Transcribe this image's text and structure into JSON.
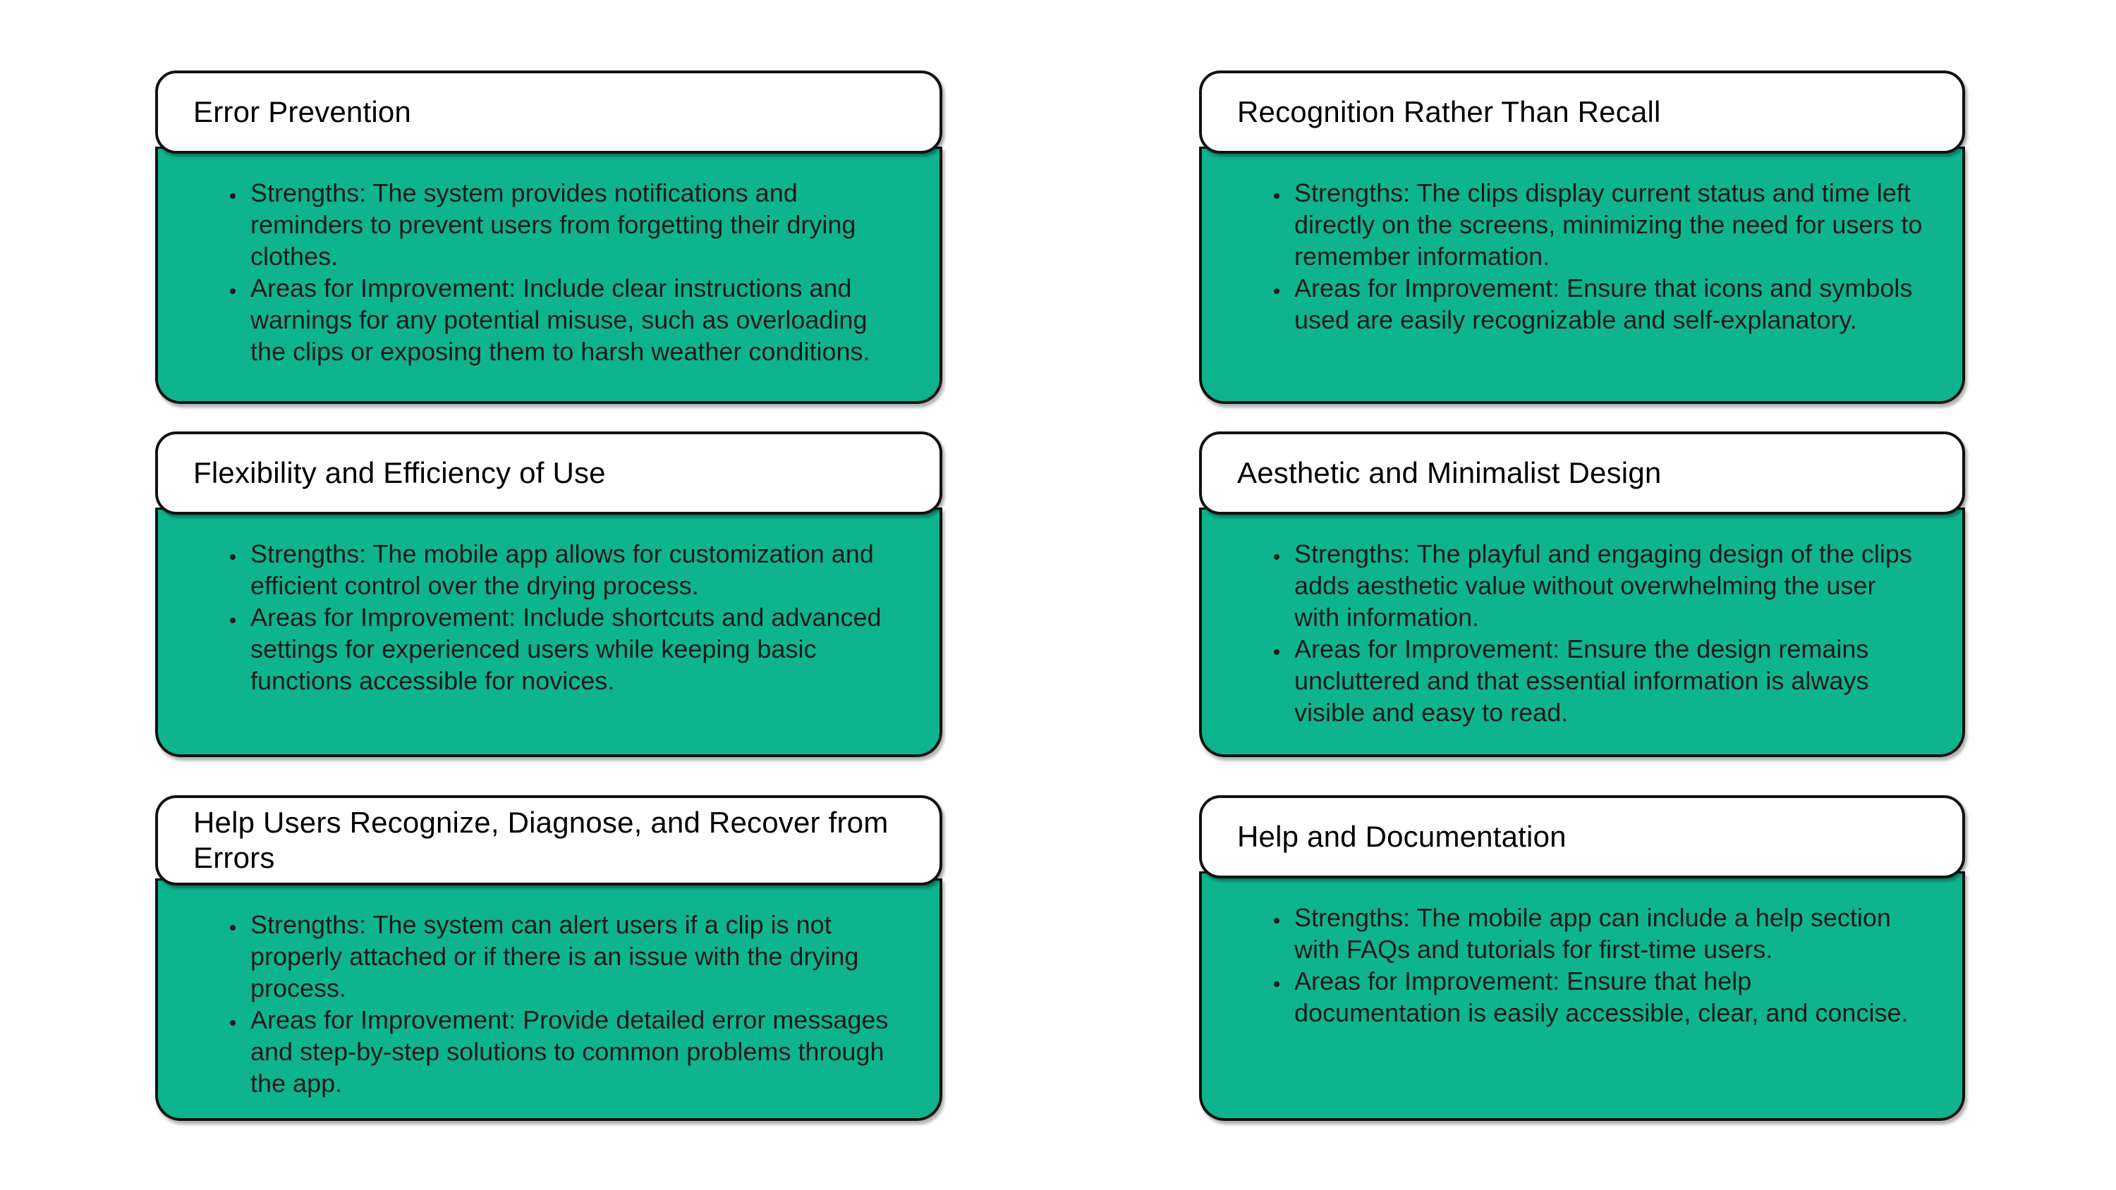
{
  "diagram": {
    "background": "#ffffff",
    "card_colors": {
      "header_bg": "#ffffff",
      "body_bg": "#0eb48e",
      "border": "#121212",
      "title_text": "#000000",
      "body_text": "#1b1b1b"
    },
    "cards": [
      {
        "id": "error-prevention",
        "title": "Error Prevention",
        "bullets": [
          "Strengths: The system provides notifications and reminders to prevent users from forgetting their drying clothes.",
          "Areas for Improvement: Include clear instructions and warnings for any potential misuse, such as overloading the clips or exposing them to harsh weather conditions."
        ]
      },
      {
        "id": "recognition-rather-than-recall",
        "title": "Recognition Rather Than Recall",
        "bullets": [
          "Strengths: The clips display current status and time left directly on the screens, minimizing the need for users to remember information.",
          "Areas for Improvement: Ensure that icons and symbols used are easily recognizable and self-explanatory."
        ]
      },
      {
        "id": "flexibility-and-efficiency-of-use",
        "title": "Flexibility and Efficiency of Use",
        "bullets": [
          "Strengths: The mobile app allows for customization and efficient control over the drying process.",
          "Areas for Improvement: Include shortcuts and advanced settings for experienced users while keeping basic functions accessible for novices."
        ]
      },
      {
        "id": "aesthetic-and-minimalist-design",
        "title": "Aesthetic and Minimalist Design",
        "bullets": [
          "Strengths: The playful and engaging design of the clips adds aesthetic value without overwhelming the user with information.",
          "Areas for Improvement: Ensure the design remains uncluttered and that essential information is always visible and easy to read."
        ]
      },
      {
        "id": "help-users-recognize-diagnose-recover-from-errors",
        "title": "Help Users Recognize, Diagnose, and Recover from Errors",
        "bullets": [
          "Strengths: The system can alert users if a clip is not properly attached or if there is an issue with the drying process.",
          "Areas for Improvement: Provide detailed error messages and step-by-step solutions to common problems through the app."
        ]
      },
      {
        "id": "help-and-documentation",
        "title": "Help and Documentation",
        "bullets": [
          "Strengths: The mobile app can include a help section with FAQs and tutorials for first-time users.",
          "Areas for Improvement: Ensure that help documentation is easily accessible, clear, and concise."
        ]
      }
    ]
  }
}
